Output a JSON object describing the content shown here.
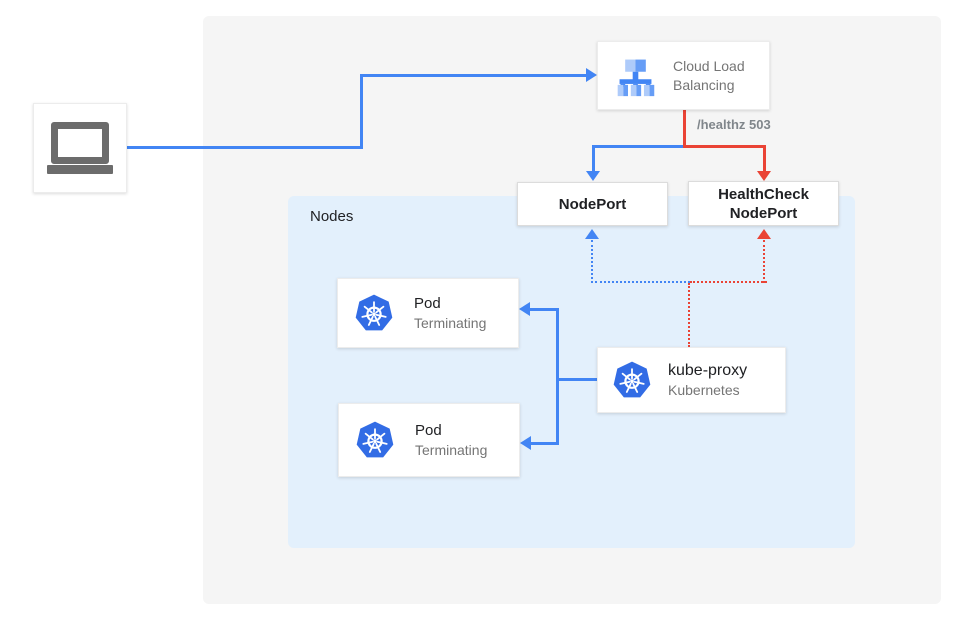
{
  "colors": {
    "blue": "#4285f4",
    "red": "#ea4335",
    "k8s_blue": "#326ce5",
    "clb_light_blue": "#aecbfa",
    "clb_mid_blue": "#669df6",
    "nodes_bg": "#e3f0fc",
    "panel_bg": "#f5f5f5",
    "text_primary": "#202124",
    "text_secondary": "#757575",
    "healthz_gray": "#80868b"
  },
  "region": {
    "nodes_label": "Nodes"
  },
  "nodes": {
    "client": {
      "icon": "laptop-icon"
    },
    "cloud_load_balancing": {
      "label": "Cloud Load Balancing",
      "icon": "cloud-load-balancing-icon"
    },
    "nodeport": {
      "label": "NodePort"
    },
    "healthcheck_nodeport": {
      "label": "HealthCheck NodePort"
    },
    "kube_proxy": {
      "title": "kube-proxy",
      "subtitle": "Kubernetes",
      "icon": "kubernetes-helm-icon"
    },
    "pods": [
      {
        "title": "Pod",
        "subtitle": "Terminating",
        "icon": "kubernetes-helm-icon"
      },
      {
        "title": "Pod",
        "subtitle": "Terminating",
        "icon": "kubernetes-helm-icon"
      }
    ]
  },
  "edges": {
    "healthz_label": "/healthz 503"
  }
}
